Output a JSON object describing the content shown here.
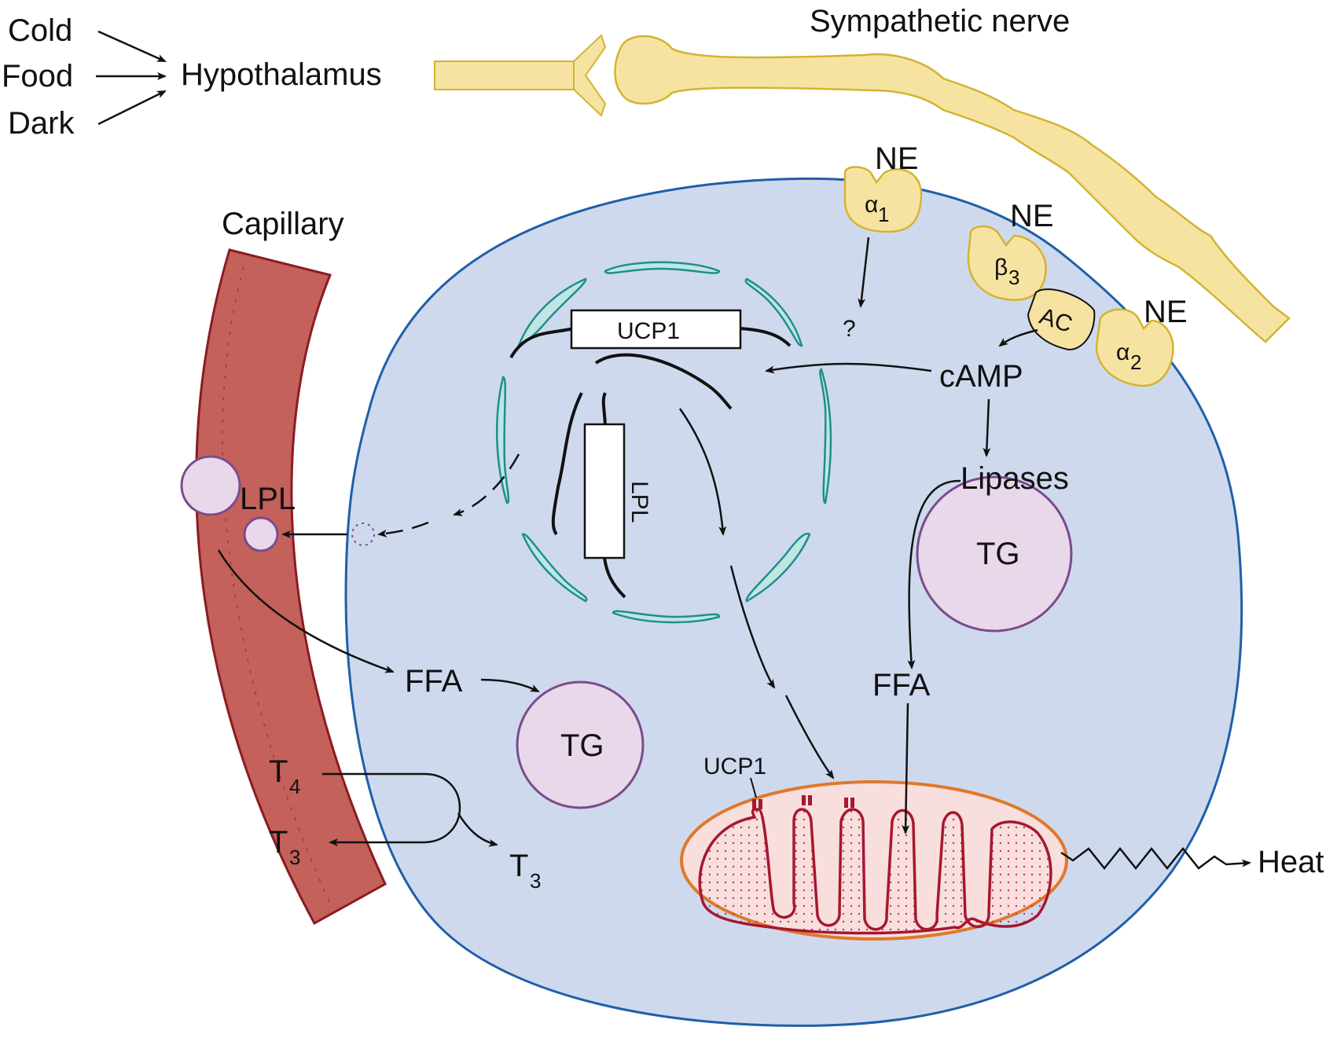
{
  "stimuli": [
    "Cold",
    "Food",
    "Dark"
  ],
  "hypothalamus": "Hypothalamus",
  "nerve_label": "Sympathetic nerve",
  "capillary_label": "Capillary",
  "receptors": {
    "alpha1": {
      "greek": "α",
      "sub": "1"
    },
    "beta3": {
      "greek": "β",
      "sub": "3"
    },
    "ac": "AC",
    "alpha2": {
      "greek": "α",
      "sub": "2"
    }
  },
  "ne": "NE",
  "question": "?",
  "camp": "cAMP",
  "lipases": "Lipases",
  "tg": "TG",
  "ffa": "FFA",
  "lpl": "LPL",
  "ucp1": "UCP1",
  "t4": {
    "main": "T",
    "sub": "4"
  },
  "t3": {
    "main": "T",
    "sub": "3"
  },
  "heat": "Heat",
  "colors": {
    "cell_fill": "#cfd9ee",
    "cell_stroke": "#1f5fa8",
    "nerve_fill": "#f7e3a1",
    "nerve_stroke": "#d2b431",
    "capillary_fill": "#c4615a",
    "capillary_stroke": "#8a1c24",
    "tg_fill": "#e8d8ea",
    "tg_stroke": "#7a4b8c",
    "nucleus_fill": "#bfe6e3",
    "nucleus_stroke": "#1f8f8a",
    "mito_fill": "#f9dede",
    "mito_outer": "#e0782a",
    "mito_inner": "#a5182e"
  }
}
